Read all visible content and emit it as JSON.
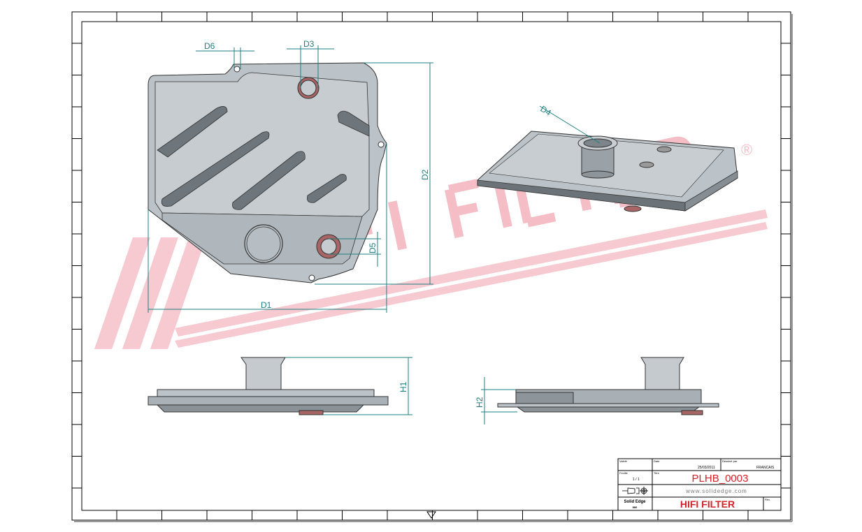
{
  "drawing": {
    "dimensions": {
      "d1": "D1",
      "d2": "D2",
      "d3": "D3",
      "d4": "D4",
      "d5": "D5",
      "d6": "D6",
      "h1": "H1",
      "h2": "H2"
    },
    "watermark": {
      "text": "HIFI FILTER",
      "registered": "®",
      "color": "#f5b8c0"
    },
    "accent_color": "#1f7f80"
  },
  "title_block": {
    "validated_label": "Validé",
    "date_label": "Date",
    "date_value": "25/03/2011",
    "drawn_by_label": "Dessiné par",
    "drawn_by_value": "FRANCAIS",
    "sheet_label": "Feuille",
    "sheet_value": "1 / 1",
    "title_label": "Titre",
    "title_value": "PLHB_0003",
    "website": "www.solidedge.com",
    "software": "Solid Edge",
    "software_sub": "886",
    "company": "HIFI FILTER",
    "revision_label": "Rév.",
    "title_color": "#d4222a"
  }
}
